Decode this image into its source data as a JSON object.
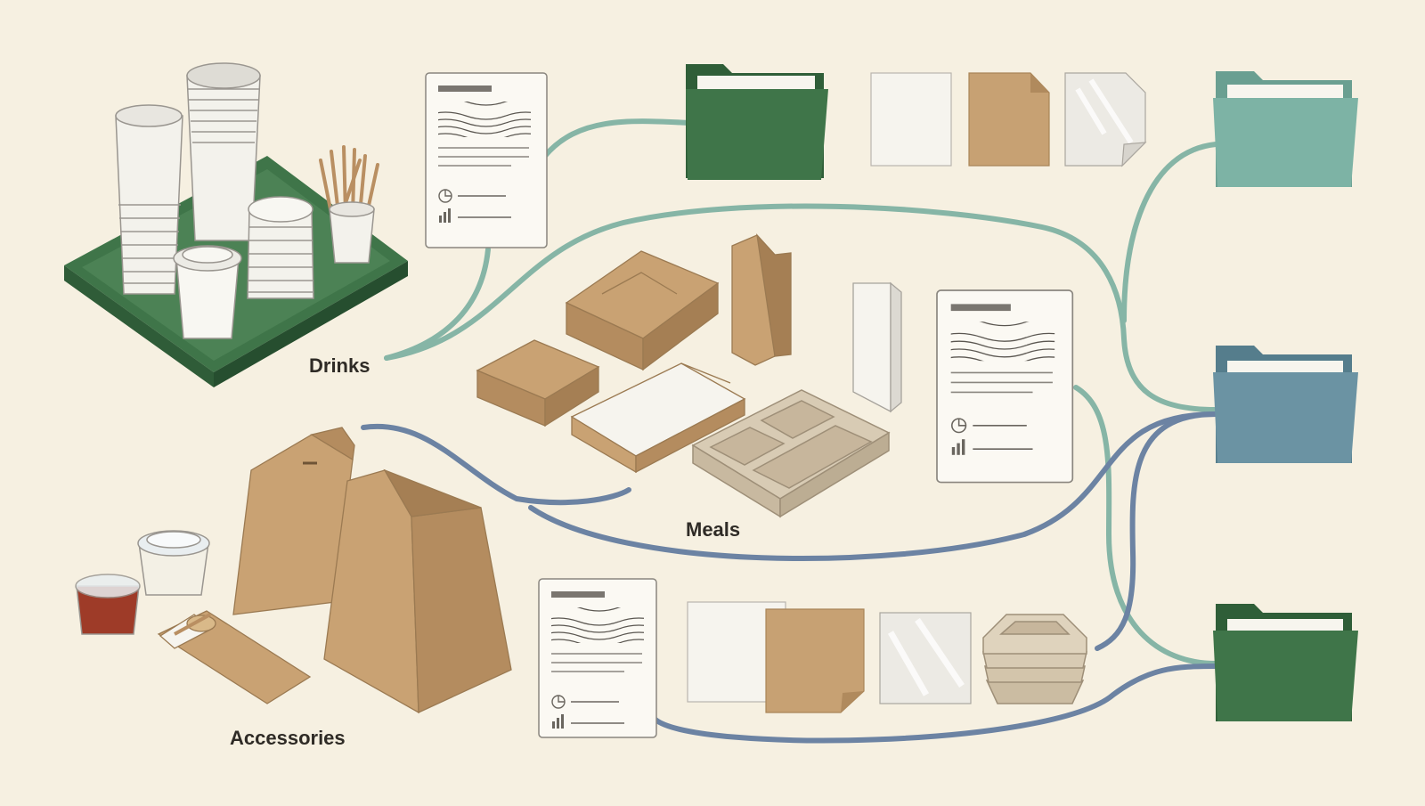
{
  "categories": {
    "drinks": "Drinks",
    "meals": "Meals",
    "accessories": "Accessories"
  },
  "colors": {
    "background": "#f6f0e1",
    "teal_flow": "#86b5a6",
    "blue_flow": "#6c83a3",
    "tray_green": "#3c6e45",
    "folder_green": "#3f7549",
    "folder_teal": "#7db3a5",
    "folder_blue": "#6b93a3",
    "kraft": "#c7a173",
    "paper_white": "#f7f5ee"
  },
  "icons": [
    "cup-tray-icon",
    "paper-cups-icon",
    "straws-icon",
    "document-icon",
    "folder-icon",
    "paper-swatch-icon",
    "kraft-swatch-icon",
    "foil-swatch-icon",
    "takeout-box-icon",
    "paper-bag-icon",
    "napkin-icon",
    "compartment-tray-icon",
    "sauce-cup-icon",
    "cutlery-pouch-icon",
    "bowl-stack-icon"
  ]
}
